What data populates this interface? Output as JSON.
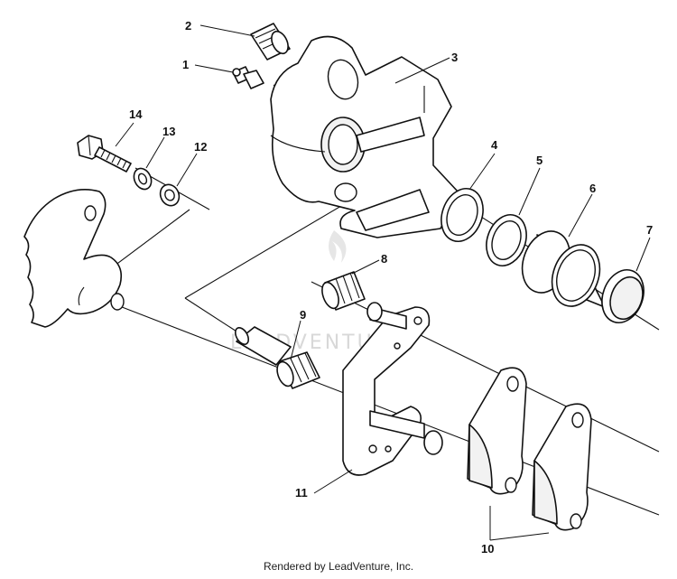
{
  "watermark": "LEADVENTURE",
  "credit": "Rendered by LeadVenture, Inc.",
  "callouts": {
    "c1": "1",
    "c2": "2",
    "c3": "3",
    "c4": "4",
    "c5": "5",
    "c6": "6",
    "c7": "7",
    "c8": "8",
    "c9": "9",
    "c10": "10",
    "c11": "11",
    "c12": "12",
    "c13": "13",
    "c14": "14"
  }
}
